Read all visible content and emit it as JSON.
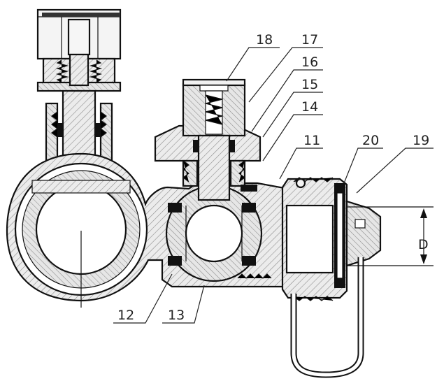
{
  "diagram": {
    "callouts": [
      {
        "id": "18",
        "text": "18"
      },
      {
        "id": "17",
        "text": "17"
      },
      {
        "id": "16",
        "text": "16"
      },
      {
        "id": "15",
        "text": "15"
      },
      {
        "id": "14",
        "text": "14"
      },
      {
        "id": "11",
        "text": "11"
      },
      {
        "id": "20",
        "text": "20"
      },
      {
        "id": "19",
        "text": "19"
      },
      {
        "id": "12",
        "text": "12"
      },
      {
        "id": "13",
        "text": "13"
      }
    ],
    "dimension": {
      "text": "D"
    },
    "colors": {
      "line": "#111111",
      "hatch": "#9a9a9a",
      "fill": "#e9e9e9",
      "seal": "#111111",
      "background": "#ffffff"
    }
  }
}
